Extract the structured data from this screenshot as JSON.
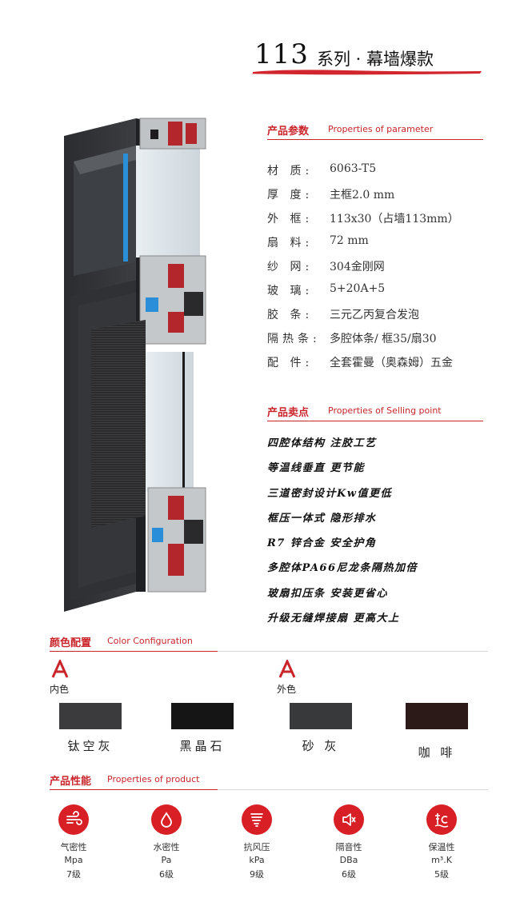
{
  "title": {
    "number": "113",
    "series": "系列 · 幕墙爆款"
  },
  "sections": {
    "params": {
      "zh": "产品参数",
      "en": "Properties of parameter"
    },
    "selling": {
      "zh": "产品卖点",
      "en": "Properties of Selling point"
    },
    "colors": {
      "zh": "颜色配置",
      "en": "Color Configuration"
    },
    "performance": {
      "zh": "产品性能",
      "en": "Properties of product"
    }
  },
  "params": [
    {
      "label": "材  质:",
      "value": "6063-T5"
    },
    {
      "label": "厚  度:",
      "value": "主框2.0 mm"
    },
    {
      "label": "外  框:",
      "value": "113x30（占墙113mm）"
    },
    {
      "label": "扇  料:",
      "value": "72 mm"
    },
    {
      "label": "纱  网:",
      "value": "304金刚网"
    },
    {
      "label": "玻  璃:",
      "value": "5+20A+5"
    },
    {
      "label": "胶  条:",
      "value": "三元乙丙复合发泡"
    },
    {
      "label": "隔热条:",
      "value": "多腔体条/ 框35/扇30"
    },
    {
      "label": "配  件:",
      "value": "全套霍曼（奥森姆）五金"
    }
  ],
  "selling_points": [
    "四腔体结构 注胶工艺",
    "等温线垂直 更节能",
    "三道密封设计Kw值更低",
    "框压一体式 隐形排水",
    "R7 锌合金 安全护角",
    "多腔体PA66尼龙条隔热加倍",
    "玻扇扣压条 安装更省心",
    "升级无缝焊接扇 更高大上"
  ],
  "color_config": {
    "inner": {
      "label": "内色",
      "swatches": [
        {
          "name": "钛空灰",
          "color": "#3b3b3d"
        },
        {
          "name": "黑晶石",
          "color": "#151515"
        }
      ]
    },
    "outer": {
      "label": "外色",
      "swatches": [
        {
          "name": "砂 灰",
          "color": "#37393b"
        },
        {
          "name": "咖 啡",
          "color": "#2c1a18"
        }
      ]
    }
  },
  "performance": [
    {
      "icon": "air-tightness-icon",
      "name": "气密性",
      "unit": "Mpa",
      "grade": "7级"
    },
    {
      "icon": "water-drop-icon",
      "name": "水密性",
      "unit": "Pa",
      "grade": "6级"
    },
    {
      "icon": "wind-pressure-icon",
      "name": "抗风压",
      "unit": "kPa",
      "grade": "9级"
    },
    {
      "icon": "sound-insulation-icon",
      "name": "隔音性",
      "unit": "DBa",
      "grade": "6级"
    },
    {
      "icon": "thermal-insulation-icon",
      "name": "保温性",
      "unit": "m³.K",
      "grade": "5级"
    }
  ],
  "colors": {
    "accent": "#c9252b",
    "icon_red": "#d81f26"
  }
}
